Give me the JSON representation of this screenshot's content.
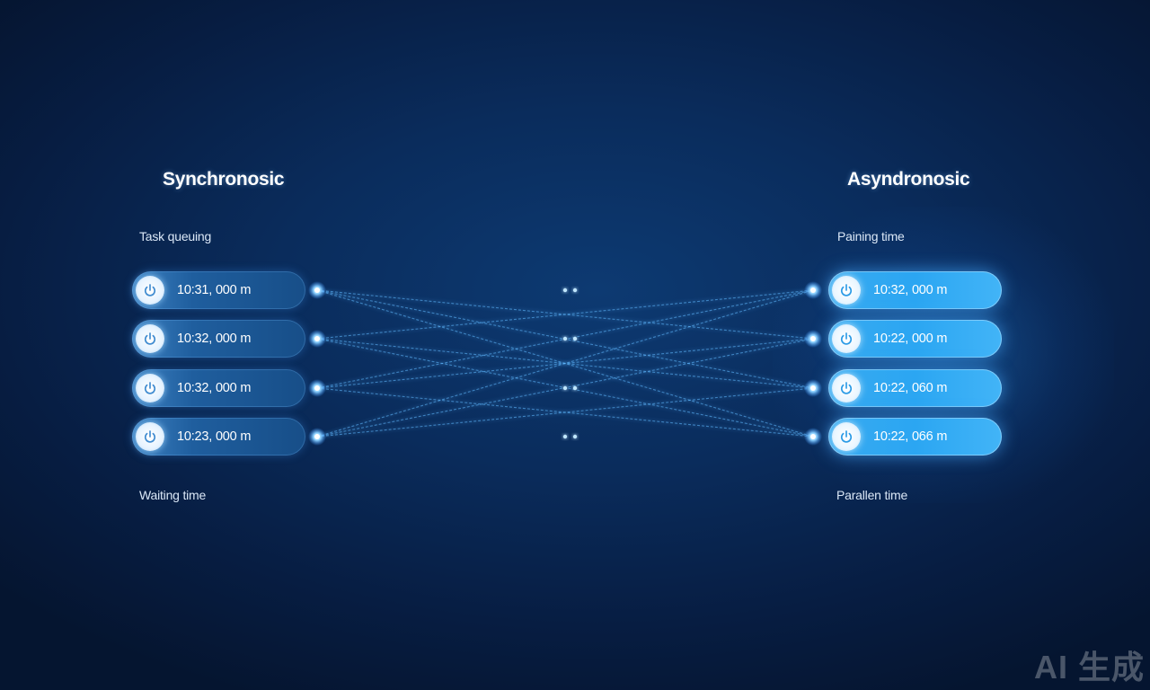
{
  "left": {
    "heading": "Synchronosic",
    "caption_top": "Task queuing",
    "caption_bottom": "Waiting time",
    "items": [
      {
        "label": "10:31, 000 m",
        "icon": "power-icon"
      },
      {
        "label": "10:32, 000 m",
        "icon": "power-icon"
      },
      {
        "label": "10:32, 000 m",
        "icon": "power-icon"
      },
      {
        "label": "10:23, 000 m",
        "icon": "power-icon"
      }
    ]
  },
  "right": {
    "heading": "Asyndronosic",
    "caption_top": "Paining time",
    "caption_bottom": "Parallen time",
    "items": [
      {
        "label": "10:32, 000 m",
        "icon": "power-icon"
      },
      {
        "label": "10:22, 000 m",
        "icon": "power-icon"
      },
      {
        "label": "10:22, 060 m",
        "icon": "power-icon"
      },
      {
        "label": "10:22, 066 m",
        "icon": "power-icon"
      }
    ]
  },
  "connections": [
    [
      0,
      0
    ],
    [
      0,
      1
    ],
    [
      0,
      2
    ],
    [
      0,
      3
    ],
    [
      1,
      0
    ],
    [
      1,
      1
    ],
    [
      1,
      2
    ],
    [
      1,
      3
    ],
    [
      2,
      0
    ],
    [
      2,
      1
    ],
    [
      2,
      2
    ],
    [
      2,
      3
    ],
    [
      3,
      0
    ],
    [
      3,
      1
    ],
    [
      3,
      2
    ],
    [
      3,
      3
    ]
  ],
  "colors": {
    "background": "#0a2c5c",
    "left_pill": "#1f5e9e",
    "right_pill": "#2ba6f2",
    "link": "#5fb8ff"
  },
  "watermark": "AI 生成"
}
